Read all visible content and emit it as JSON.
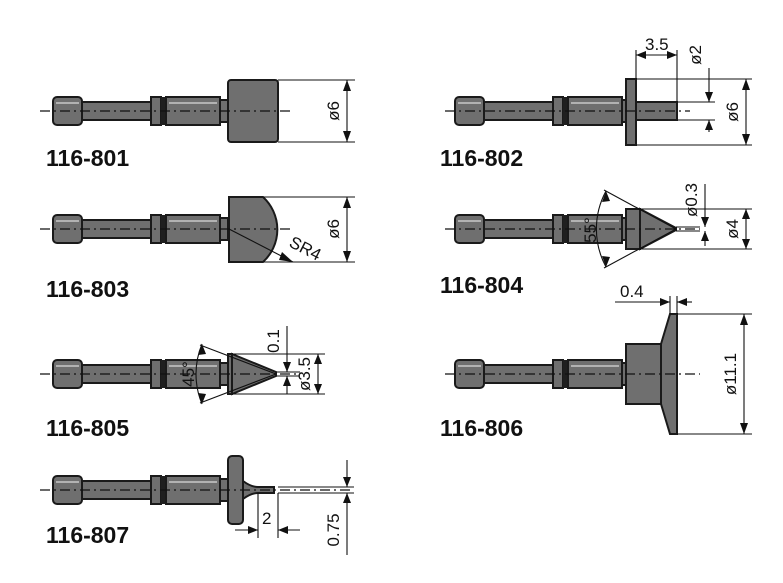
{
  "models": [
    {
      "id": "116-801",
      "dims": [
        "ø6"
      ]
    },
    {
      "id": "116-802",
      "dims": [
        "3.5",
        "ø2",
        "ø6"
      ]
    },
    {
      "id": "116-803",
      "dims": [
        "SR4",
        "ø6"
      ]
    },
    {
      "id": "116-804",
      "dims": [
        "55°",
        "ø0.3",
        "ø4"
      ]
    },
    {
      "id": "116-805",
      "dims": [
        "45°",
        "0.1",
        "ø3.5"
      ]
    },
    {
      "id": "116-806",
      "dims": [
        "0.4",
        "ø11.1"
      ]
    },
    {
      "id": "116-807",
      "dims": [
        "2",
        "0.75"
      ]
    }
  ]
}
